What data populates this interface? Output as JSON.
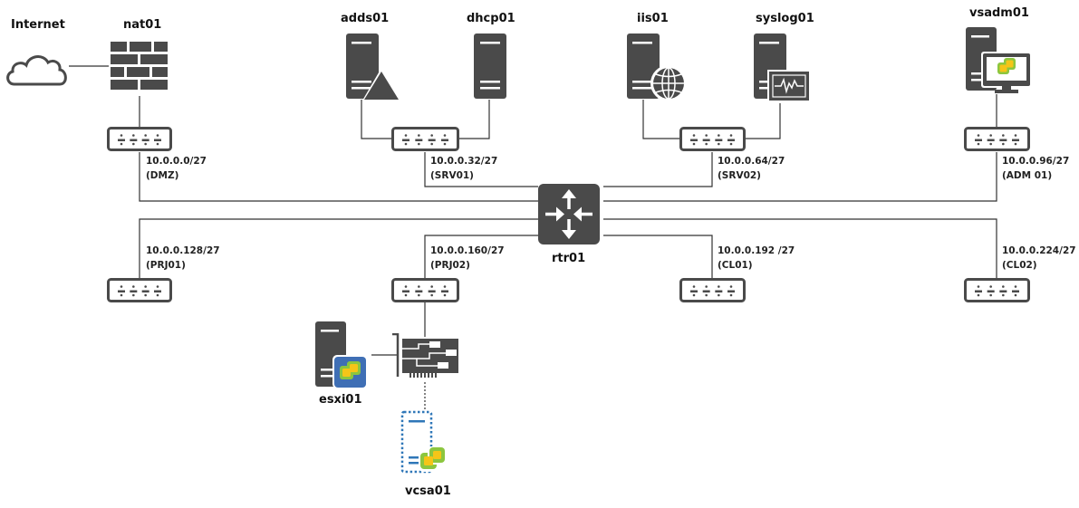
{
  "diagram": {
    "type": "network-topology",
    "colors": {
      "icon": "#4a4a4a",
      "line": "#333333",
      "vmware_green": "#8cc63f",
      "vmware_yellow": "#f5c518",
      "vmware_blue": "#3f6fb5",
      "vm_dotted": "#2f77b8"
    },
    "external": {
      "label": "Internet",
      "icon": "cloud-icon"
    },
    "router": {
      "label": "rtr01",
      "icon": "router-icon"
    },
    "nodes": [
      {
        "id": "nat01",
        "label": "nat01",
        "icon": "firewall-icon"
      },
      {
        "id": "adds01",
        "label": "adds01",
        "icon": "server-directory-icon"
      },
      {
        "id": "dhcp01",
        "label": "dhcp01",
        "icon": "server-icon"
      },
      {
        "id": "iis01",
        "label": "iis01",
        "icon": "server-web-icon"
      },
      {
        "id": "syslog01",
        "label": "syslog01",
        "icon": "server-monitor-icon"
      },
      {
        "id": "vsadm01",
        "label": "vsadm01",
        "icon": "workstation-vmware-icon"
      },
      {
        "id": "esxi01",
        "label": "esxi01",
        "icon": "server-vmware-icon"
      },
      {
        "id": "vcsa01",
        "label": "vcsa01",
        "icon": "virtual-machine-vmware-icon"
      }
    ],
    "networks": [
      {
        "id": "dmz",
        "subnet": "10.0.0.0/27",
        "name": "(DMZ)"
      },
      {
        "id": "srv01",
        "subnet": "10.0.0.32/27",
        "name": "(SRV01)"
      },
      {
        "id": "srv02",
        "subnet": "10.0.0.64/27",
        "name": "(SRV02)"
      },
      {
        "id": "adm01",
        "subnet": "10.0.0.96/27",
        "name": "(ADM 01)"
      },
      {
        "id": "prj01",
        "subnet": "10.0.0.128/27",
        "name": "(PRJ01)"
      },
      {
        "id": "prj02",
        "subnet": "10.0.0.160/27",
        "name": "(PRJ02)"
      },
      {
        "id": "cl01",
        "subnet": "10.0.0.192 /27",
        "name": "(CL01)"
      },
      {
        "id": "cl02",
        "subnet": "10.0.0.224/27",
        "name": "(CL02)"
      }
    ],
    "links": [
      {
        "from": "Internet",
        "to": "nat01"
      },
      {
        "from": "nat01",
        "to": "dmz"
      },
      {
        "from": "adds01",
        "to": "srv01"
      },
      {
        "from": "dhcp01",
        "to": "srv01"
      },
      {
        "from": "iis01",
        "to": "srv02"
      },
      {
        "from": "syslog01",
        "to": "srv02"
      },
      {
        "from": "vsadm01",
        "to": "adm01"
      },
      {
        "from": "dmz",
        "to": "rtr01"
      },
      {
        "from": "srv01",
        "to": "rtr01"
      },
      {
        "from": "srv02",
        "to": "rtr01"
      },
      {
        "from": "adm01",
        "to": "rtr01"
      },
      {
        "from": "prj01",
        "to": "rtr01"
      },
      {
        "from": "prj02",
        "to": "rtr01"
      },
      {
        "from": "cl01",
        "to": "rtr01"
      },
      {
        "from": "cl02",
        "to": "rtr01"
      },
      {
        "from": "prj02",
        "to": "esxi01-nic"
      },
      {
        "from": "esxi01",
        "to": "esxi01-nic"
      },
      {
        "from": "esxi01-nic",
        "to": "vcsa01",
        "style": "dashed"
      }
    ],
    "nic": {
      "icon": "network-card-icon"
    }
  }
}
